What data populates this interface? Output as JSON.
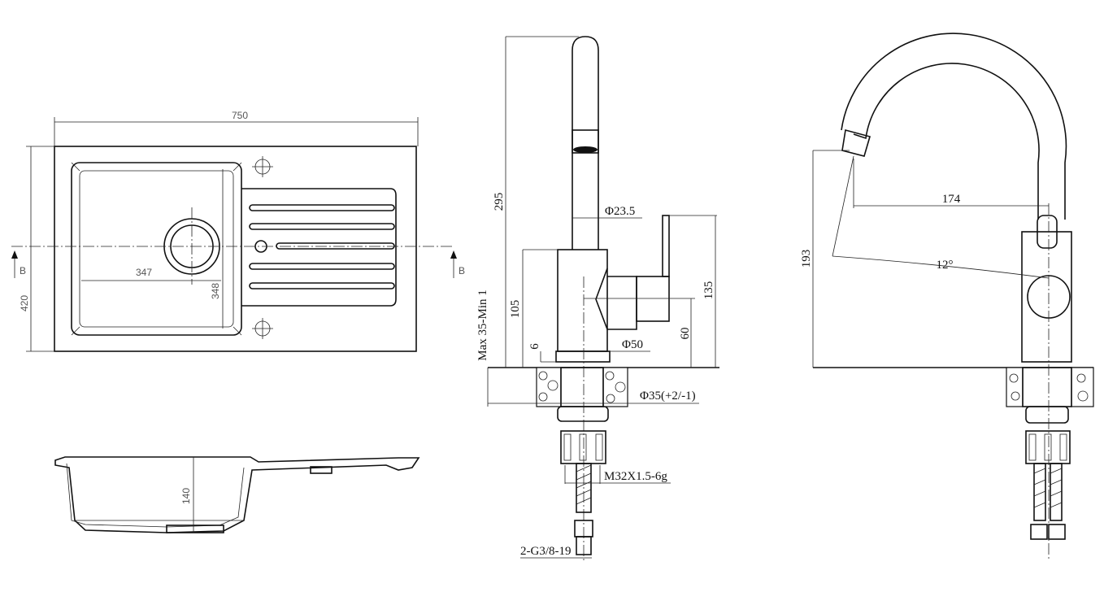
{
  "sink_top_view": {
    "width_label": "750",
    "depth_label": "420",
    "bowl_width_label": "347",
    "bowl_depth_label": "348",
    "section_left_label": "B",
    "section_right_label": "B"
  },
  "sink_section_view": {
    "bowl_height_label": "140"
  },
  "faucet_front_view": {
    "height_label": "295",
    "spout_diameter_label": "Φ23.5",
    "handle_height_label": "135",
    "body_height_label": "105",
    "deck_thickness_label": "Max  35-Min  1",
    "handle_axis_label": "60",
    "base_gap_label": "6",
    "base_diameter_label": "Φ50",
    "hole_diameter_label": "Φ35(+2/-1)",
    "thread_label": "M32X1.5-6g",
    "hose_label": "2-G3/8-19"
  },
  "faucet_side_view": {
    "reach_label": "174",
    "spout_height_label": "193",
    "angle_label": "12°"
  }
}
